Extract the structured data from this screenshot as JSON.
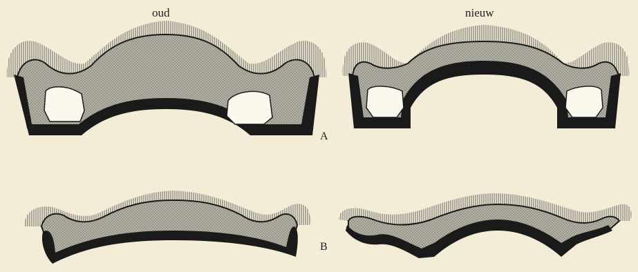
{
  "column_labels": {
    "old": "oud",
    "new": "nieuw"
  },
  "row_labels": {
    "a": "A",
    "b": "B"
  },
  "colors": {
    "background": "#f3ecd6",
    "outline": "#1a1a1a",
    "stipple_fill": "#a9a89a",
    "hatch": "#7c7c74",
    "cavity": "#fbf8ee"
  }
}
